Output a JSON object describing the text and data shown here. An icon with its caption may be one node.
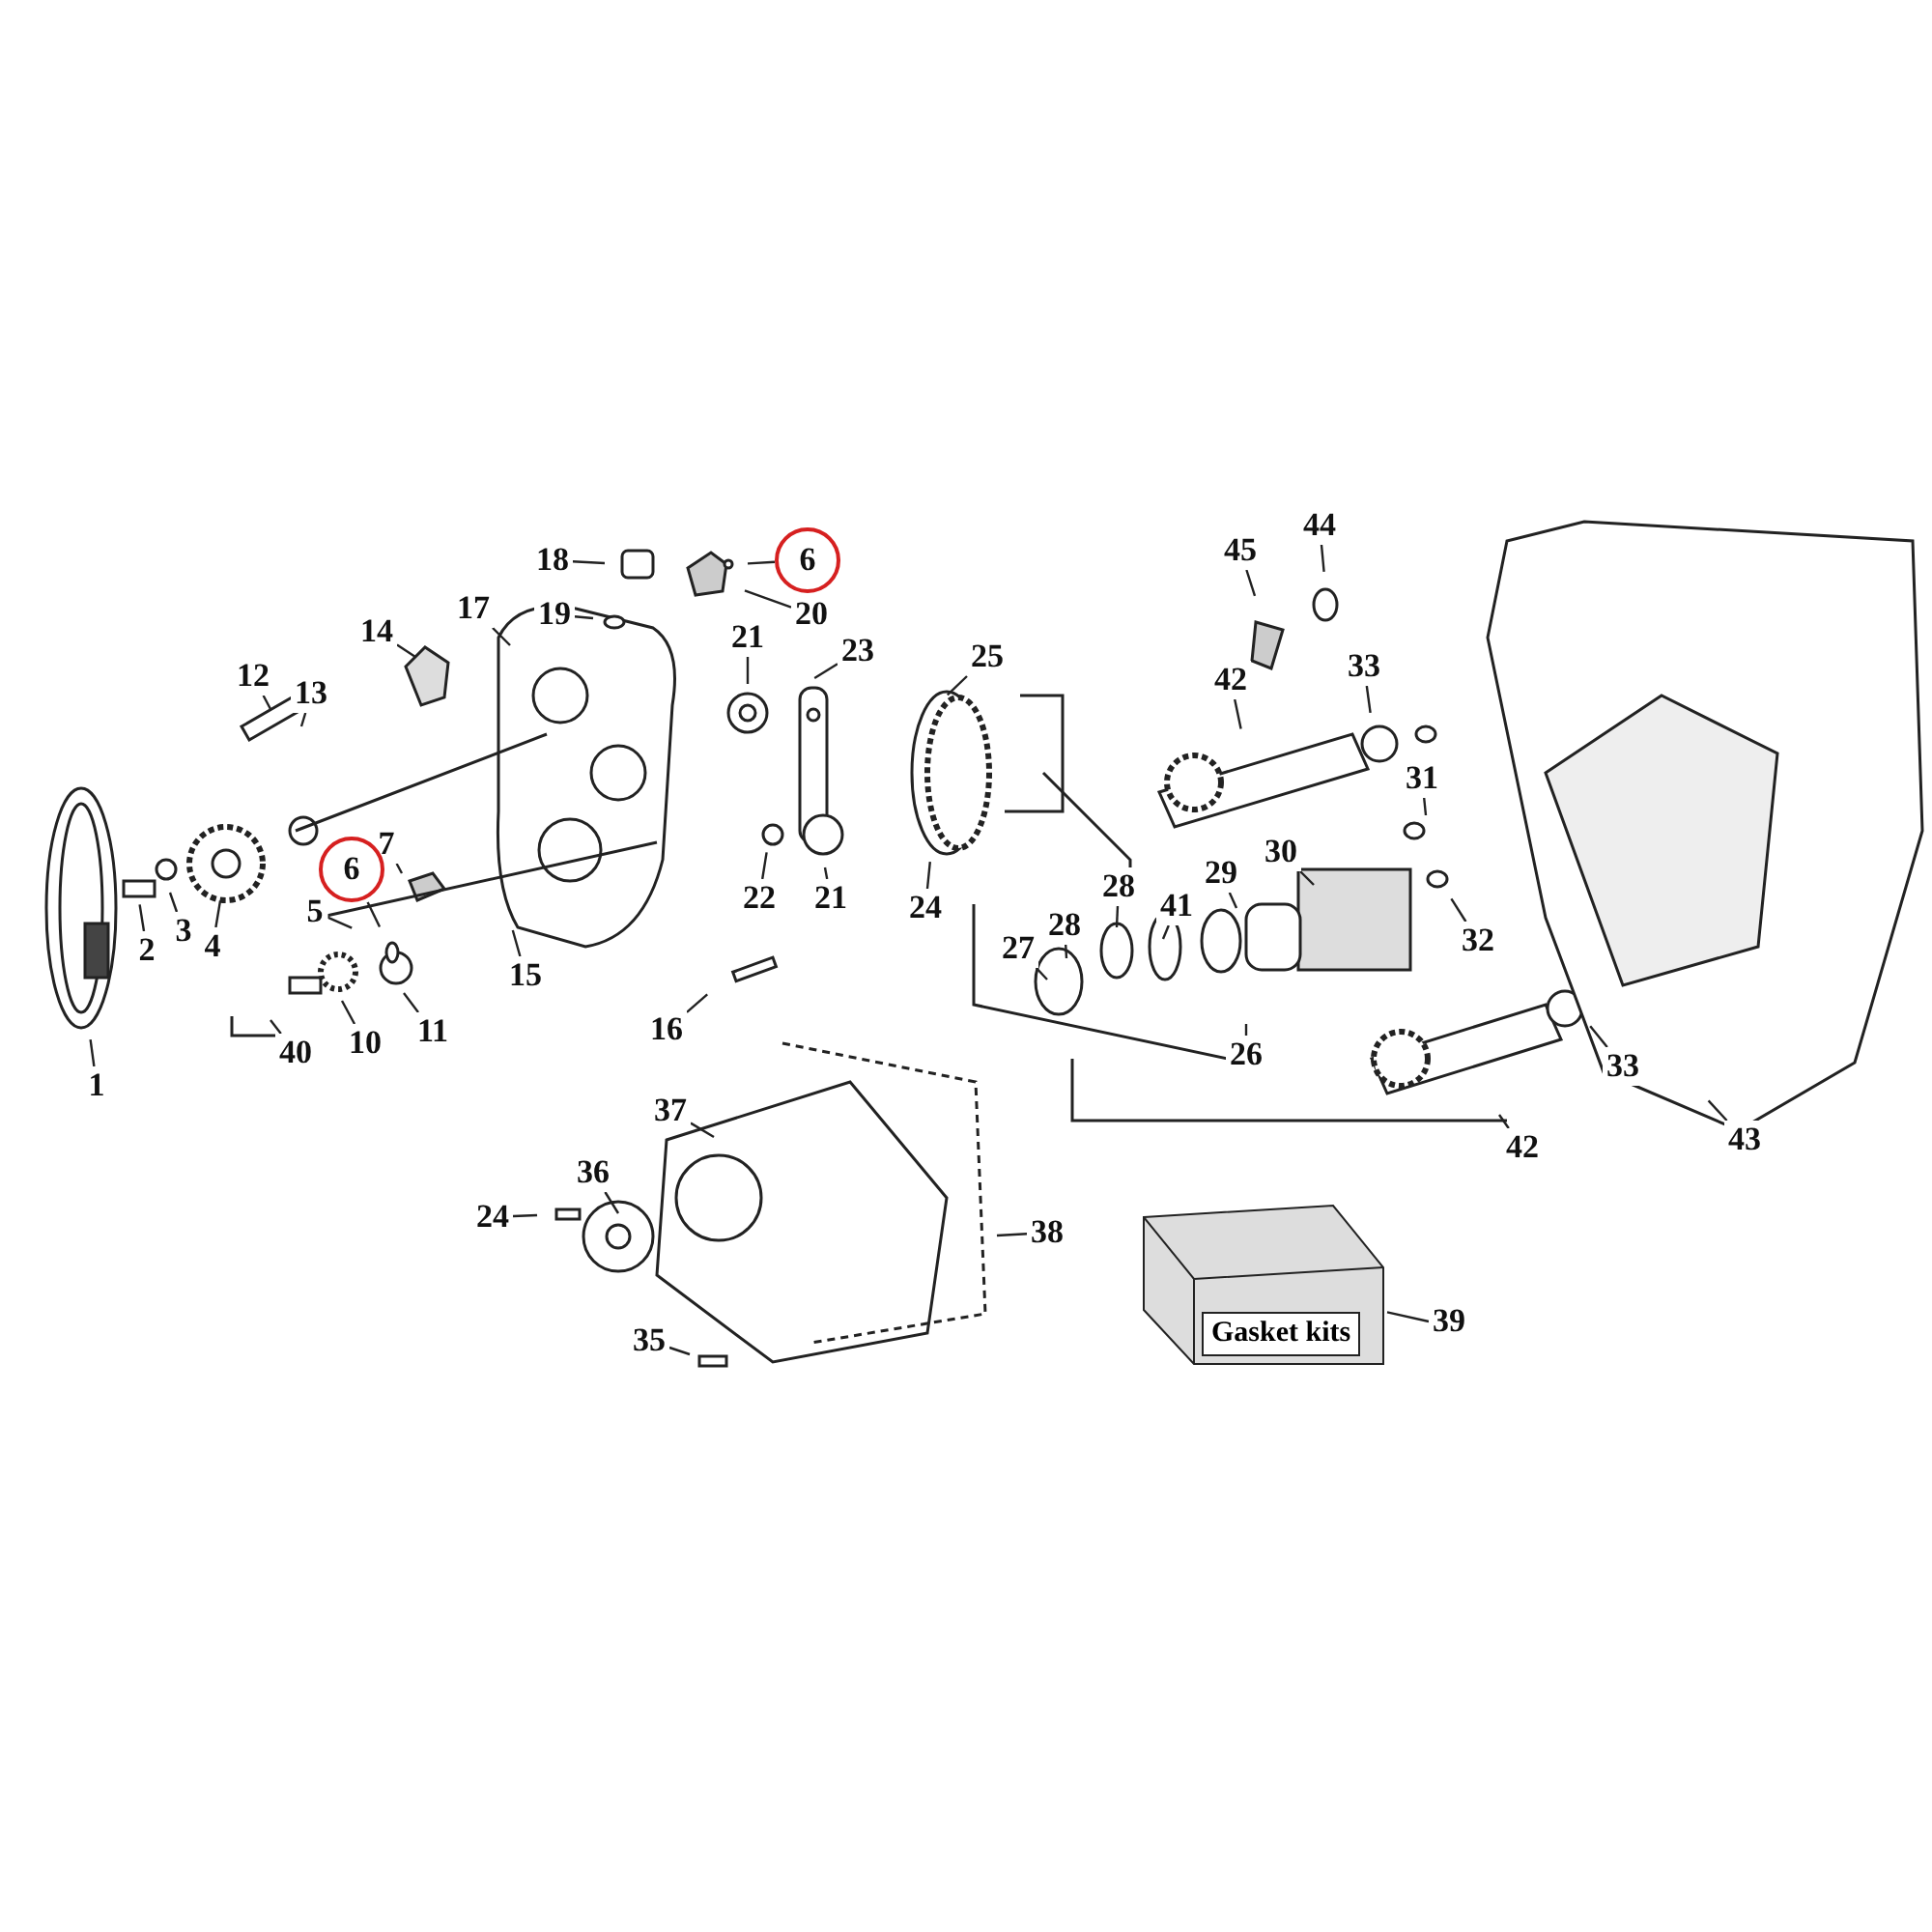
{
  "diagram": {
    "nodes": [
      {
        "text": [
          "44"
        ]
      },
      {
        "text": [
          "45"
        ]
      },
      {
        "text": [
          "18"
        ]
      },
      {
        "text": [
          "6"
        ]
      },
      {
        "text": [
          "20"
        ]
      },
      {
        "text": [
          "17"
        ]
      },
      {
        "text": [
          "19"
        ]
      },
      {
        "text": [
          "14"
        ]
      },
      {
        "text": [
          "21"
        ]
      },
      {
        "text": [
          "23"
        ]
      },
      {
        "text": [
          "25"
        ]
      },
      {
        "text": [
          "33"
        ]
      },
      {
        "text": [
          "12"
        ]
      },
      {
        "text": [
          "42"
        ]
      },
      {
        "text": [
          "13"
        ]
      },
      {
        "text": [
          "31"
        ]
      },
      {
        "text": [
          "7"
        ]
      },
      {
        "text": [
          "30"
        ]
      },
      {
        "text": [
          "6"
        ]
      },
      {
        "text": [
          "29"
        ]
      },
      {
        "text": [
          "28"
        ]
      },
      {
        "text": [
          "22"
        ]
      },
      {
        "text": [
          "21"
        ]
      },
      {
        "text": [
          "24"
        ]
      },
      {
        "text": [
          "5"
        ]
      },
      {
        "text": [
          "41"
        ]
      },
      {
        "text": [
          "28"
        ]
      },
      {
        "text": [
          "3"
        ]
      },
      {
        "text": [
          "32"
        ]
      },
      {
        "text": [
          "4"
        ]
      },
      {
        "text": [
          "27"
        ]
      },
      {
        "text": [
          "2"
        ]
      },
      {
        "text": [
          "15"
        ]
      },
      {
        "text": [
          "16"
        ]
      },
      {
        "text": [
          "11"
        ]
      },
      {
        "text": [
          "10"
        ]
      },
      {
        "text": [
          "40"
        ]
      },
      {
        "text": [
          "26"
        ]
      },
      {
        "text": [
          "33"
        ]
      },
      {
        "text": [
          "1"
        ]
      },
      {
        "text": [
          "37"
        ]
      },
      {
        "text": [
          "43"
        ]
      },
      {
        "text": [
          "42"
        ]
      },
      {
        "text": [
          "36"
        ]
      },
      {
        "text": [
          "24"
        ]
      },
      {
        "text": [
          "38"
        ]
      },
      {
        "text": [
          "39"
        ]
      },
      {
        "text": [
          "Gasket kits"
        ]
      },
      {
        "text": [
          "35"
        ]
      }
    ],
    "edges": [
      {
        "from": 0,
        "to": null,
        "arrow": "none"
      },
      {
        "from": 1,
        "to": null,
        "arrow": "none"
      },
      {
        "from": 2,
        "to": null,
        "arrow": "none"
      },
      {
        "from": 3,
        "to": null,
        "arrow": "none"
      },
      {
        "from": 4,
        "to": null,
        "arrow": "none"
      },
      {
        "from": 5,
        "to": null,
        "arrow": "none"
      },
      {
        "from": 6,
        "to": null,
        "arrow": "none"
      },
      {
        "from": 7,
        "to": null,
        "arrow": "none"
      },
      {
        "from": 8,
        "to": null,
        "arrow": "none"
      },
      {
        "from": 9,
        "to": null,
        "arrow": "none"
      },
      {
        "from": 10,
        "to": null,
        "arrow": "none"
      },
      {
        "from": 11,
        "to": null,
        "arrow": "none"
      },
      {
        "from": 12,
        "to": null,
        "arrow": "none"
      },
      {
        "from": 13,
        "to": null,
        "arrow": "none"
      },
      {
        "from": 14,
        "to": null,
        "arrow": "none"
      },
      {
        "from": 15,
        "to": null,
        "arrow": "none"
      },
      {
        "from": 16,
        "to": null,
        "arrow": "none"
      },
      {
        "from": 17,
        "to": null,
        "arrow": "none"
      },
      {
        "from": 18,
        "to": null,
        "arrow": "none"
      },
      {
        "from": 19,
        "to": null,
        "arrow": "none"
      },
      {
        "from": 20,
        "to": null,
        "arrow": "none"
      },
      {
        "from": 21,
        "to": null,
        "arrow": "none"
      },
      {
        "from": 22,
        "to": null,
        "arrow": "none"
      },
      {
        "from": 23,
        "to": null,
        "arrow": "none"
      },
      {
        "from": 24,
        "to": null,
        "arrow": "none"
      },
      {
        "from": 25,
        "to": null,
        "arrow": "none"
      },
      {
        "from": 26,
        "to": null,
        "arrow": "none"
      },
      {
        "from": 27,
        "to": null,
        "arrow": "none"
      },
      {
        "from": 28,
        "to": null,
        "arrow": "none"
      },
      {
        "from": 29,
        "to": null,
        "arrow": "none"
      },
      {
        "from": 30,
        "to": null,
        "arrow": "none"
      },
      {
        "from": 31,
        "to": null,
        "arrow": "none"
      },
      {
        "from": 32,
        "to": null,
        "arrow": "none"
      },
      {
        "from": 33,
        "to": null,
        "arrow": "none"
      },
      {
        "from": 34,
        "to": null,
        "arrow": "none"
      },
      {
        "from": 35,
        "to": null,
        "arrow": "none"
      },
      {
        "from": 36,
        "to": null,
        "arrow": "none"
      },
      {
        "from": 37,
        "to": null,
        "arrow": "none"
      },
      {
        "from": 38,
        "to": null,
        "arrow": "none"
      },
      {
        "from": 39,
        "to": null,
        "arrow": "none"
      },
      {
        "from": 40,
        "to": null,
        "arrow": "none"
      },
      {
        "from": 41,
        "to": null,
        "arrow": "none"
      },
      {
        "from": 42,
        "to": null,
        "arrow": "none"
      },
      {
        "from": 43,
        "to": null,
        "arrow": "none"
      },
      {
        "from": 44,
        "to": null,
        "arrow": "none"
      },
      {
        "from": 45,
        "to": null,
        "arrow": "none"
      },
      {
        "from": 46,
        "to": 47,
        "arrow": "none"
      },
      {
        "from": 48,
        "to": null,
        "arrow": "none"
      }
    ]
  }
}
